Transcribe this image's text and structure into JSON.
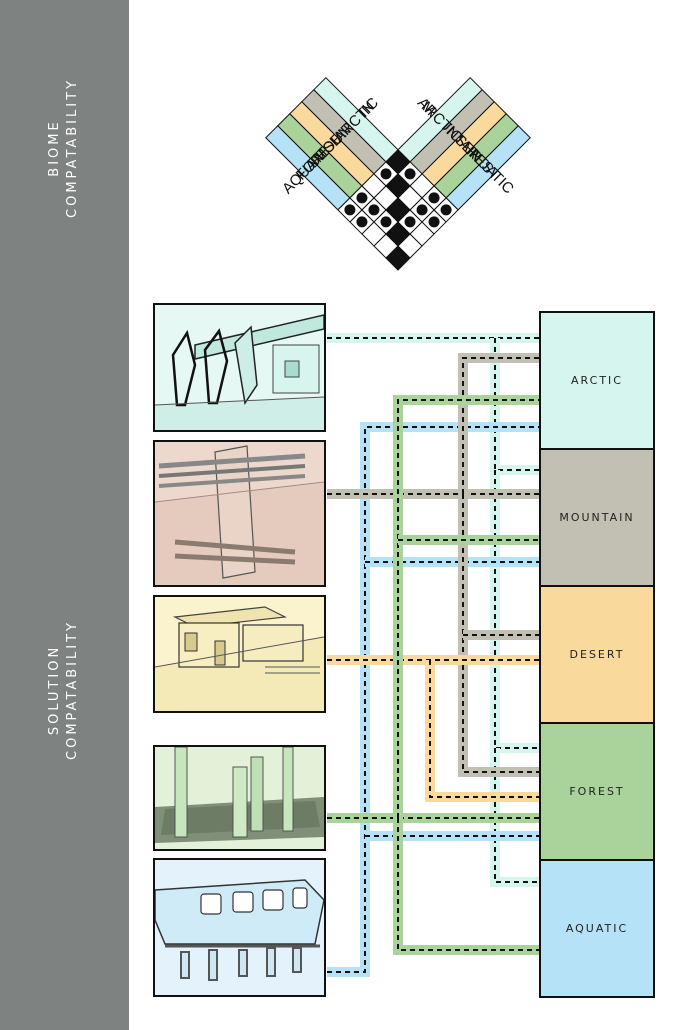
{
  "sidebar": {
    "top_label": [
      "BIOME",
      "COMPATABILITY"
    ],
    "bottom_label": [
      "SOLUTION",
      "COMPATABILITY"
    ]
  },
  "matrix": {
    "left_labels": [
      "ARCTIC",
      "MOUNTAIN",
      "DESERT",
      "FOREST",
      "AQUATIC"
    ],
    "right_labels": [
      "ARCTIC",
      "MOUNTAIN",
      "DESERT",
      "FOREST",
      "AQUATIC"
    ]
  },
  "biomes": [
    {
      "label": "ARCTIC",
      "color": "#d6f5ee"
    },
    {
      "label": "MOUNTAIN",
      "color": "#c2bfb3"
    },
    {
      "label": "DESERT",
      "color": "#fad99c"
    },
    {
      "label": "FOREST",
      "color": "#a9d39a"
    },
    {
      "label": "AQUATIC",
      "color": "#b6e2f7"
    }
  ],
  "colors": {
    "arctic": "#d6f5ee",
    "mountain": "#c2bfb3",
    "desert": "#fad99c",
    "forest": "#a9d39a",
    "aquatic": "#b6e2f7",
    "sidebar": "#7e8280"
  },
  "solutions": [
    {
      "icon": "arctic-canopy-structure-icon"
    },
    {
      "icon": "mountain-cantilever-structure-icon"
    },
    {
      "icon": "desert-sunken-house-icon"
    },
    {
      "icon": "forest-stilt-platform-icon"
    },
    {
      "icon": "aquatic-floating-vessel-icon"
    }
  ]
}
